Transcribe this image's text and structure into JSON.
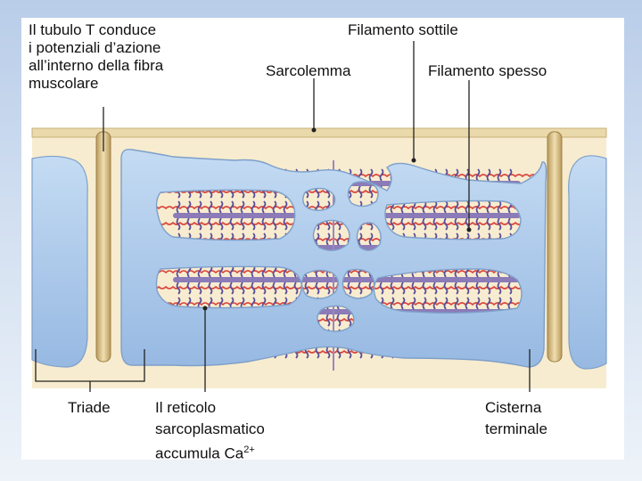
{
  "labels": {
    "ttubule_l1": "Il tubulo T conduce",
    "ttubule_l2": "i potenziali d’azione",
    "ttubule_l3": "all’interno della fibra",
    "ttubule_l4": "muscolare",
    "thin_filament": "Filamento sottile",
    "sarcolemma": "Sarcolemma",
    "thick_filament": "Filamento spesso",
    "triad": "Triade",
    "sr_l1": "Il reticolo",
    "sr_l2": "sarcoplasmatico",
    "sr_l3_text": "accumula Ca",
    "sr_l3_sup": "2+",
    "cisterna_l1": "Cisterna",
    "cisterna_l2": "terminale"
  },
  "colors": {
    "background_gradient_top": "#b9cde9",
    "slide": "#ffffff",
    "cytoplasm": "#f7eccf",
    "sarcolemma": "#e8d7a6",
    "t_tubule": "#d9be82",
    "reticulum": "#aac8ea",
    "thick_filament": "#8b7bb8",
    "thin_filament": "#d9473f",
    "myosin_heads": "#5a4d9a",
    "leader_line": "#222222"
  }
}
